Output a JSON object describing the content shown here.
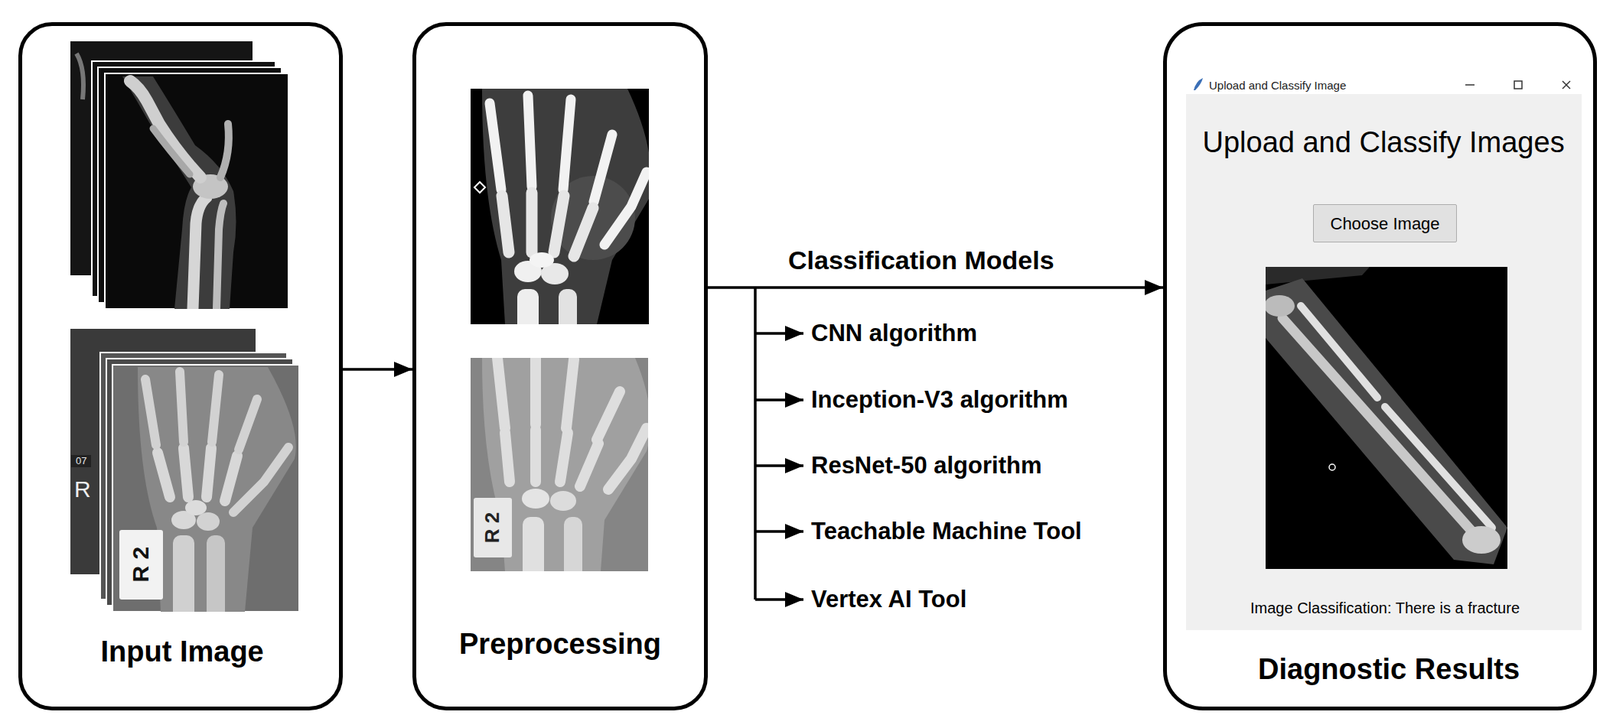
{
  "diagram": {
    "nodes": [
      {
        "text": [
          "Input Image"
        ]
      },
      {
        "text": [
          "Preprocessing"
        ]
      },
      {
        "text": [
          "Diagnostic Results"
        ]
      },
      {
        "text": [
          "Upload and Classify Image",
          "Upload and Classify Images",
          "Image Classification: There is a fracture"
        ],
        "in": 2
      },
      {
        "text": [
          "Choose Image"
        ],
        "in": 3
      }
    ],
    "edges": [
      {
        "from": 0,
        "to": 1,
        "arrow": "to"
      },
      {
        "from": 1,
        "to": 2,
        "label": "Classification Models",
        "arrow": "to"
      }
    ],
    "labels": [
      "07",
      "R",
      "R 2",
      "R 2",
      "CNN algorithm",
      "Inception-V3 algorithm",
      "ResNet-50 algorithm",
      "Teachable Machine Tool",
      "Vertex AI Tool"
    ]
  }
}
